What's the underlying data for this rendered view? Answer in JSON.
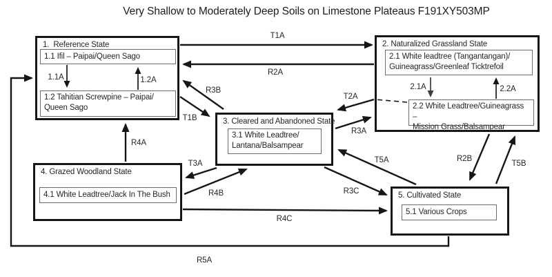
{
  "title": "Very Shallow to Moderately Deep Soils on Limestone Plateaus F191XY503MP",
  "states": {
    "s1": {
      "name": "1.  Reference State"
    },
    "s2": {
      "name": "2. Naturalized Grassland State"
    },
    "s3": {
      "name": "3. Cleared and Abandoned State"
    },
    "s4": {
      "name": "4. Grazed Woodland State"
    },
    "s5": {
      "name": "5. Cultivated State"
    }
  },
  "communities": {
    "c11": "1.1 Ifil – Paipai/Queen Sago",
    "c12": "1.2 Tahitian Screwpine – Paipai/\nQueen Sago",
    "c21": "2.1 White leadtree (Tangantangan)/\nGuineagrass/Greenleaf Ticktrefoil",
    "c22": "2.2 White Leadtree/Guineagrass –\nMission Grass/Balsampear",
    "c31": "3.1 White Leadtree/\nLantana/Balsampear",
    "c41": "4.1 White Leadtree/Jack In The Bush",
    "c51": "5.1 Various Crops"
  },
  "pathways": {
    "p11a": "1.1A",
    "p12a": "1.2A",
    "p21a": "2.1A",
    "p22a": "2.2A"
  },
  "transitions": {
    "t1a": "T1A",
    "r2a": "R2A",
    "r3b": "R3B",
    "t1b": "T1B",
    "t2a": "T2A",
    "r3a": "R3A",
    "t3a": "T3A",
    "r4a": "R4A",
    "r4b": "R4B",
    "r4c": "R4C",
    "r3c": "R3C",
    "t5a": "T5A",
    "r2b": "R2B",
    "t5b": "T5B",
    "r5a": "R5A"
  },
  "colors": {
    "line": "#161616",
    "inner_border": "#6b6b6b",
    "background": "#ffffff"
  }
}
